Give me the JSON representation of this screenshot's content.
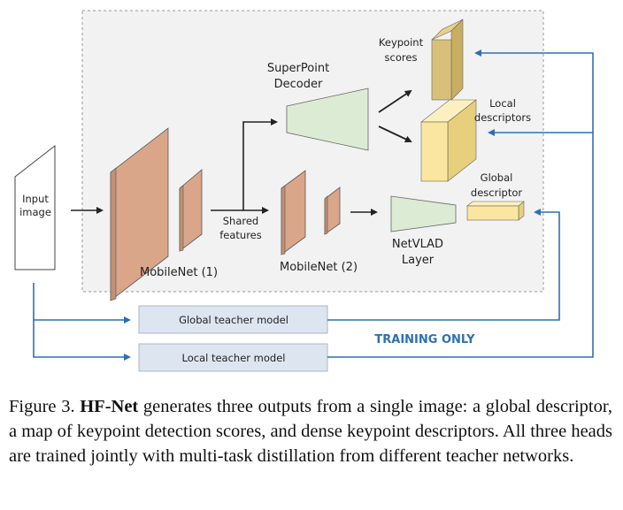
{
  "diagram": {
    "input_label_1": "Input",
    "input_label_2": "image",
    "shared_1": "Shared",
    "shared_2": "features",
    "mobilenet1": "MobileNet (1)",
    "mobilenet2": "MobileNet (2)",
    "superpoint_1": "SuperPoint",
    "superpoint_2": "Decoder",
    "netvlad_1": "NetVLAD",
    "netvlad_2": "Layer",
    "keypoint_1": "Keypoint",
    "keypoint_2": "scores",
    "local_1": "Local",
    "local_2": "descriptors",
    "global_1": "Global",
    "global_2": "descriptor",
    "global_teacher": "Global teacher model",
    "local_teacher": "Local teacher model",
    "training_only": "TRAINING ONLY",
    "colors": {
      "mobilenet": "#d9a68a",
      "decoder": "#dcebd3",
      "output": "#fbe6a0",
      "keypoint": "#d9c07a",
      "teacher": "#dde5f0",
      "arrow_blue": "#2f6fb3",
      "panel": "#f2f2f2"
    }
  },
  "caption": {
    "prefix": "Figure 3. ",
    "bold": "HF-Net",
    "text": " generates three outputs from a single image: a global descriptor, a map of keypoint detection scores, and dense keypoint descriptors. All three heads are trained jointly with multi-task distillation from different teacher networks."
  }
}
